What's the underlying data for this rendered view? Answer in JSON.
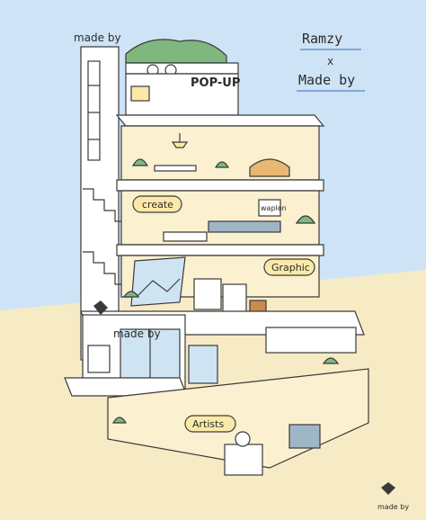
{
  "header": {
    "brand_a": "Ramzy",
    "cross": "x",
    "brand_b": "Made by"
  },
  "building": {
    "roof_sign": "made by",
    "popup_sign": "POP-UP",
    "door_sign": "made by",
    "shop_tag": "waplen"
  },
  "labels": {
    "create": "create",
    "graphic": "Graphic",
    "artists": "Artists"
  },
  "footer": {
    "brand": "made by"
  },
  "colors": {
    "sky": "#cfe3f7",
    "sand": "#f7ebc6",
    "floor": "#fbf0cf",
    "plant": "#7fb77e",
    "pill": "#fbe9a8",
    "window": "#cfe4f3"
  }
}
